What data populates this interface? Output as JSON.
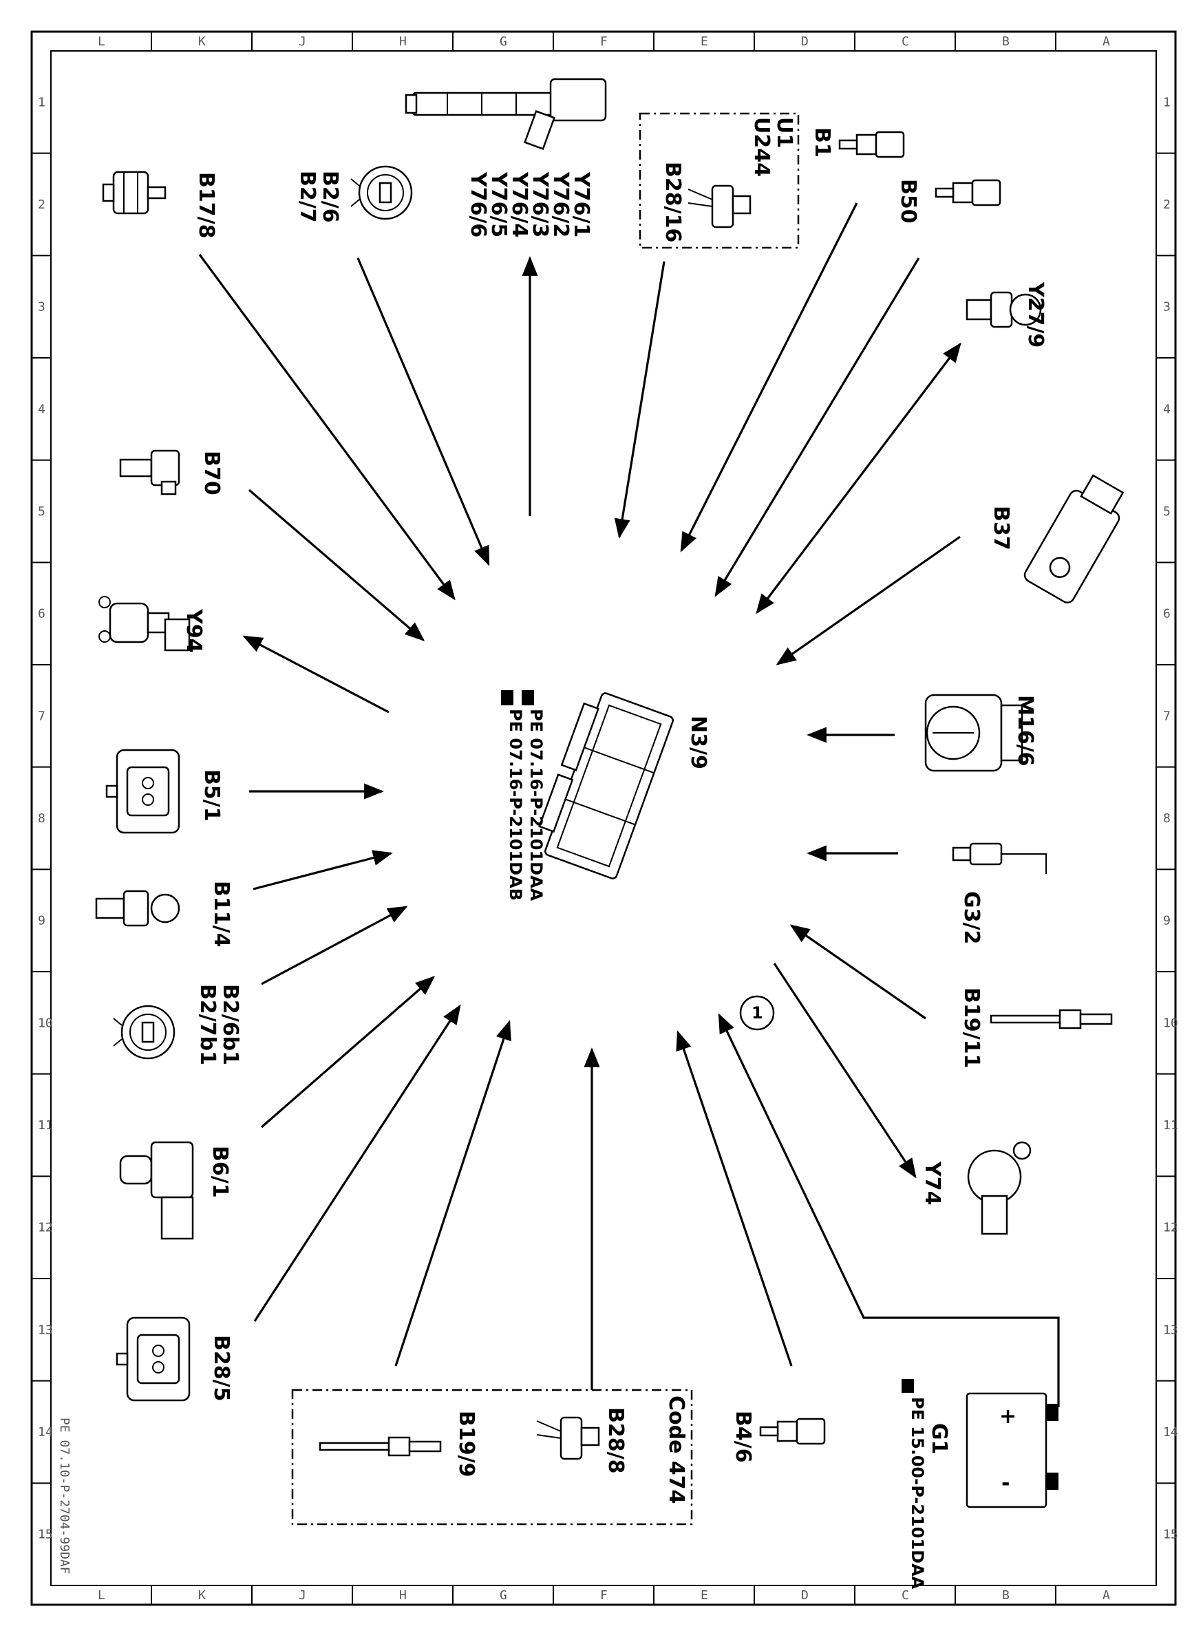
{
  "sheet": {
    "doc_id": "PE 07.10-P-2704-99DAF",
    "col_labels": [
      "L",
      "K",
      "J",
      "H",
      "G",
      "F",
      "E",
      "D",
      "C",
      "B",
      "A"
    ],
    "row_labels": [
      "1",
      "2",
      "3",
      "4",
      "5",
      "6",
      "7",
      "8",
      "9",
      "10",
      "11",
      "12",
      "13",
      "14",
      "15"
    ]
  },
  "center": {
    "label": "N3/9",
    "refs": [
      "PE 07.16-P-2101DAA",
      "PE 07.16-P-2101DAB"
    ]
  },
  "components": {
    "b17_8": [
      "B17/8"
    ],
    "b2_6": [
      "B2/6",
      "B2/7"
    ],
    "y76": [
      "Y76/1",
      "Y76/2",
      "Y76/3",
      "Y76/4",
      "Y76/5",
      "Y76/6"
    ],
    "box_u1": [
      "U1",
      "U244",
      "B28/16"
    ],
    "b1": [
      "B1"
    ],
    "b50": [
      "B50"
    ],
    "y27_9": [
      "Y27/9"
    ],
    "b37": [
      "B37"
    ],
    "m16_6": [
      "M16/6"
    ],
    "g3_2": [
      "G3/2"
    ],
    "b19_11": [
      "B19/11"
    ],
    "y74": [
      "Y74"
    ],
    "g1": [
      "G1"
    ],
    "g1_ref": "PE 15.00-P-2101DAA",
    "circle1": "1",
    "b4_6": [
      "B4/6"
    ],
    "box_code": [
      "Code 474",
      "B28/8",
      "B19/9"
    ],
    "b28_5": [
      "B28/5"
    ],
    "b6_1": [
      "B6/1"
    ],
    "b2_6b1": [
      "B2/6b1",
      "B2/7b1"
    ],
    "b11_4": [
      "B11/4"
    ],
    "b5_1": [
      "B5/1"
    ],
    "y94": [
      "Y94"
    ],
    "b70": [
      "B70"
    ],
    "battery_plus": "+",
    "battery_minus": "-"
  },
  "icons": {
    "ecu": "control-unit-icon",
    "sensor": "sensor-icon",
    "battery": "battery-icon",
    "ref": "hand-pointer-icon"
  }
}
